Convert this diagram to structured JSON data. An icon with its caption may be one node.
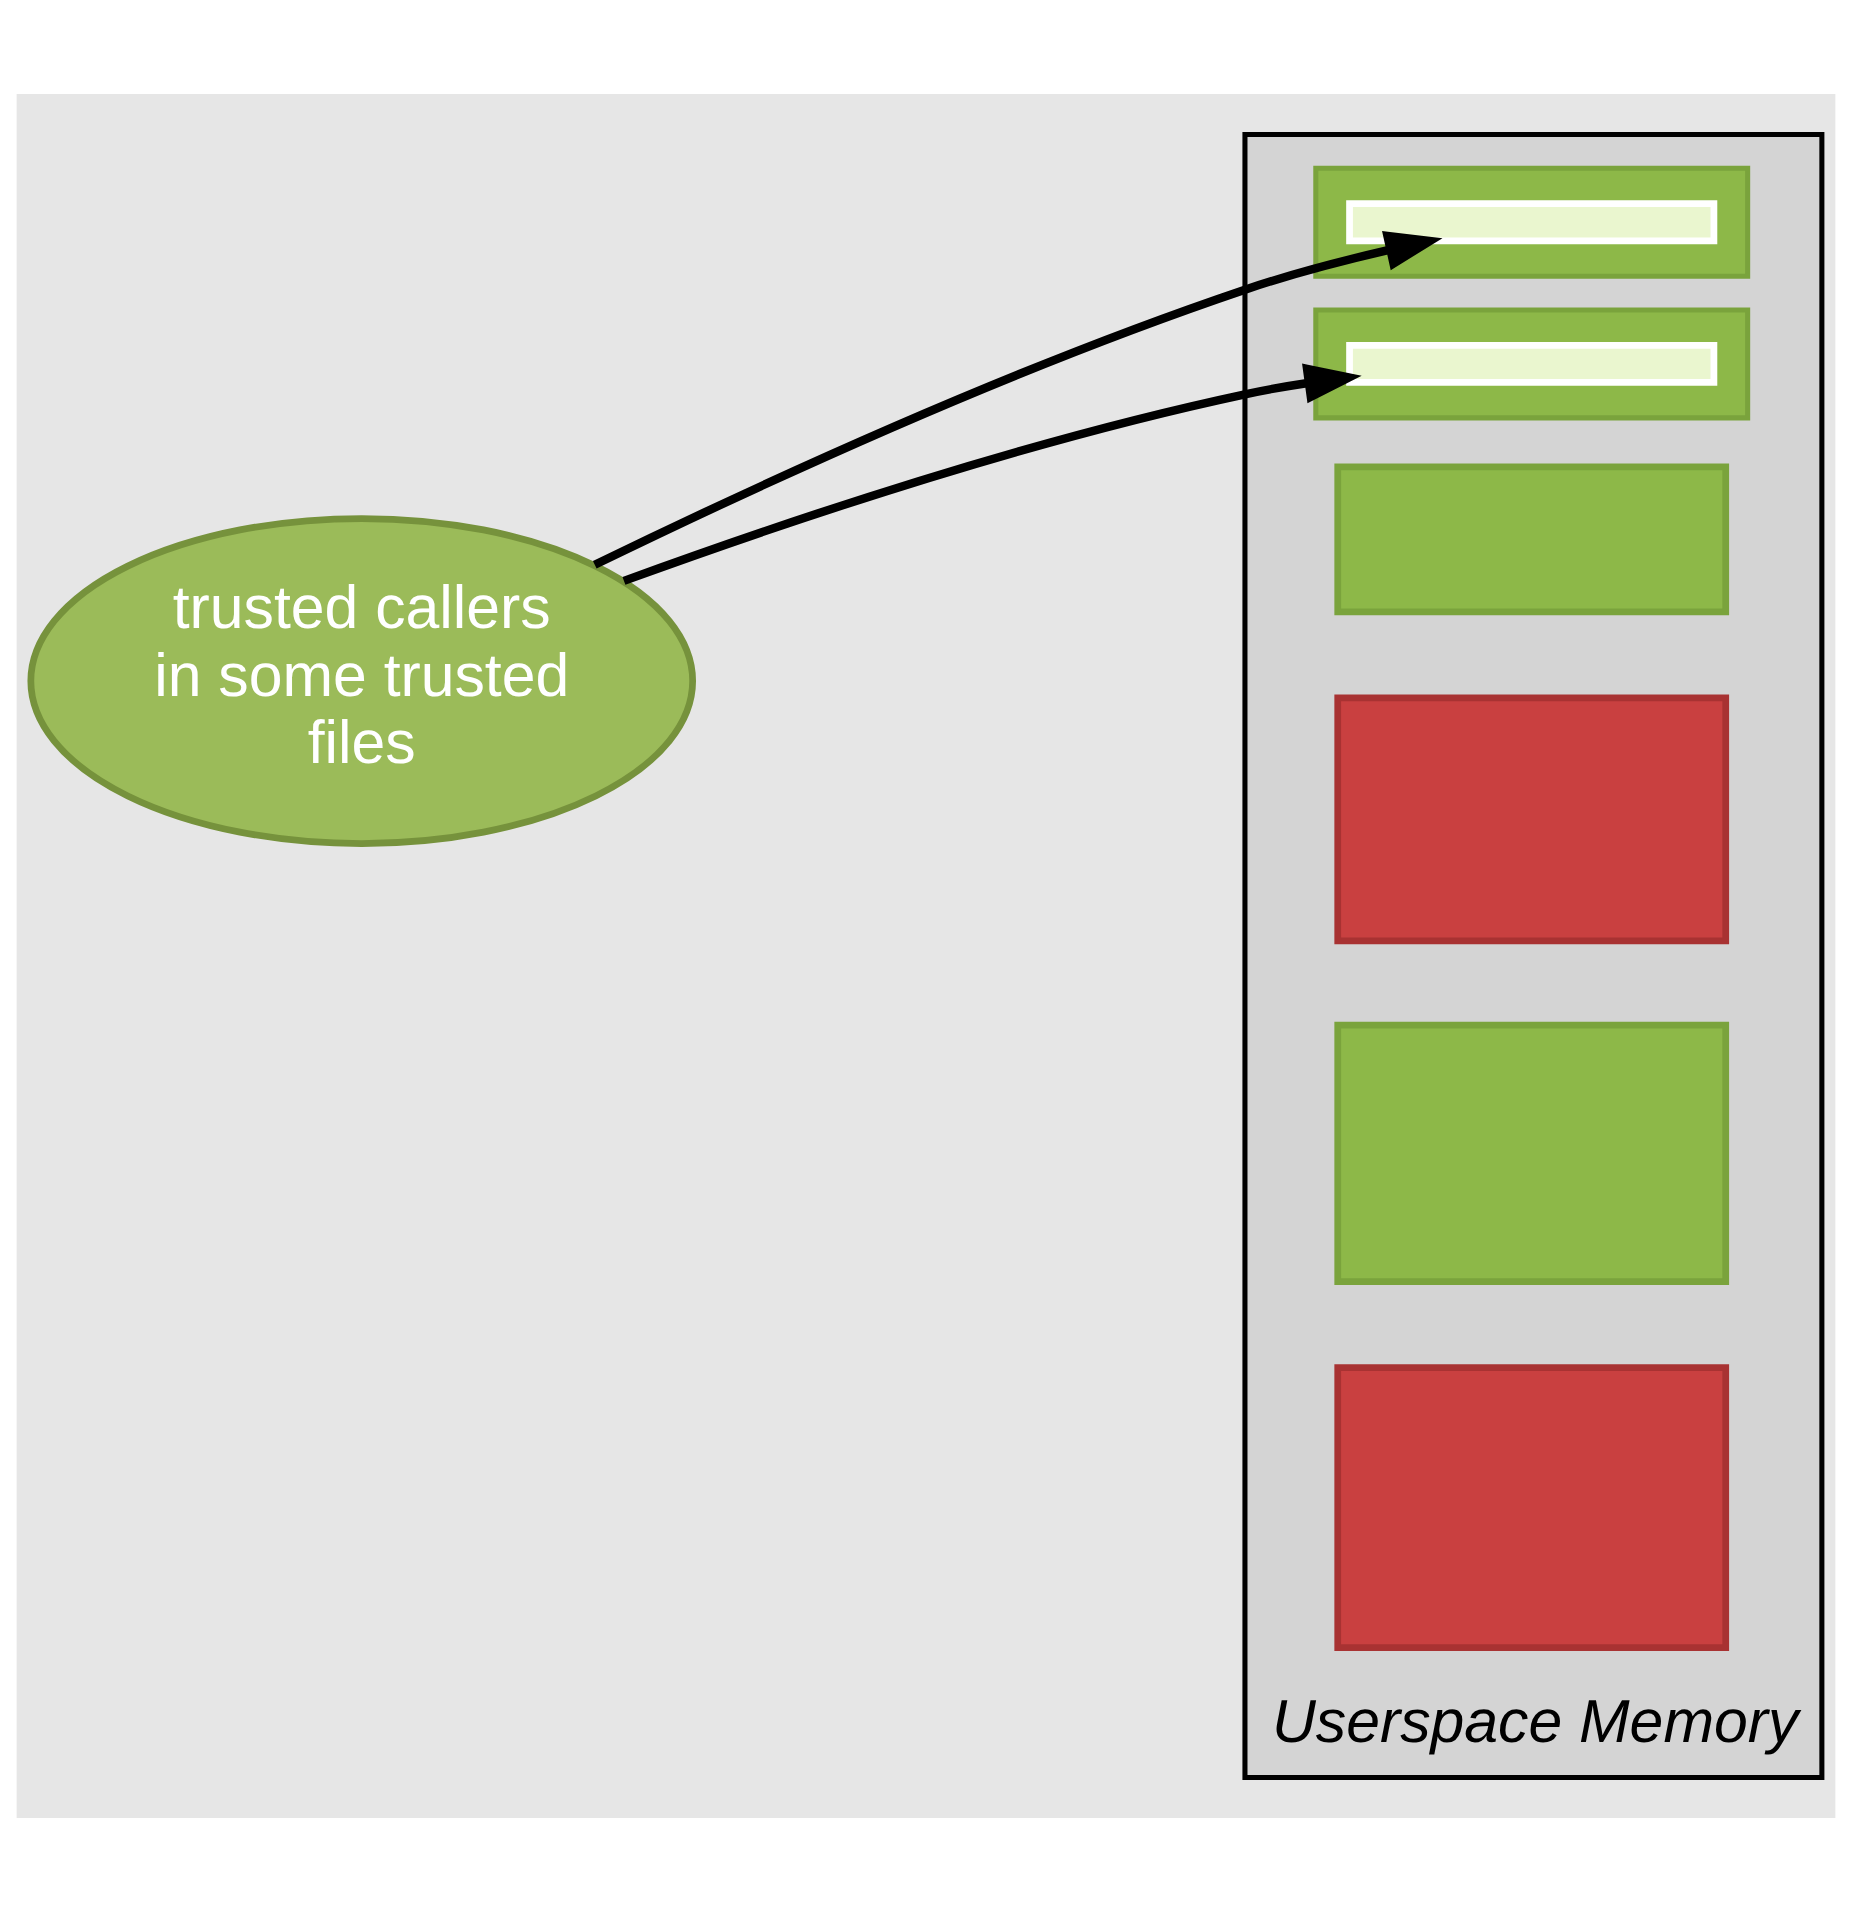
{
  "diagram": {
    "nodes": [
      {
        "text": [
          "trusted callers in some trusted files"
        ]
      },
      {
        "text": [],
        "shape": "box",
        "beside": [
          "Userspace Memory"
        ]
      },
      {
        "text": [],
        "shape": "bar",
        "in": 1
      },
      {
        "text": [],
        "shape": "bar",
        "in": 2
      },
      {
        "text": [],
        "shape": "bar",
        "in": 1
      },
      {
        "text": [],
        "shape": "bar",
        "in": 1
      },
      {
        "text": [],
        "shape": "bar",
        "in": 1
      },
      {
        "text": [],
        "shape": "bar",
        "in": 1
      },
      {
        "text": [],
        "shape": "bar",
        "in": 1
      },
      {
        "text": [],
        "shape": "bar",
        "in": 8
      }
    ],
    "edges": [
      {
        "from": 0,
        "to": 3,
        "arrow": "to"
      },
      {
        "from": 0,
        "to": 9,
        "arrow": "to"
      }
    ]
  }
}
